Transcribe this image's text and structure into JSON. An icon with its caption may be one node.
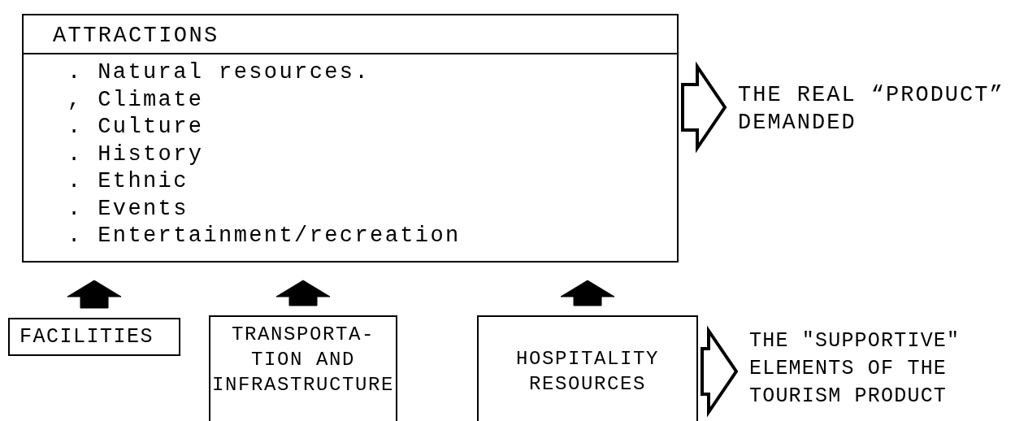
{
  "diagram": {
    "nodes": [
      {
        "text": [
          "ATTRACTIONS",
          ". Natural resources.",
          ", Climate",
          ". Culture",
          ". History",
          ". Ethnic",
          ". Events",
          ". Entertainment/recreation"
        ]
      },
      {
        "text": [
          "THE REAL “PRODUCT” DEMANDED"
        ]
      },
      {
        "text": [
          "FACILITIES"
        ]
      },
      {
        "text": [
          "TRANSPORTA- TION AND INFRASTRUCTURE"
        ]
      },
      {
        "text": [
          "HOSPITALITY RESOURCES"
        ]
      },
      {
        "text": [
          "THE \"SUPPORTIVE\" ELEMENTS OF THE TOURISM PRODUCT"
        ]
      }
    ],
    "edges": [
      {
        "from": 0,
        "to": 1,
        "arrow": "to"
      },
      {
        "from": 2,
        "to": 0,
        "arrow": "to",
        "style": "thick"
      },
      {
        "from": 3,
        "to": 0,
        "arrow": "to",
        "style": "thick"
      },
      {
        "from": 4,
        "to": 0,
        "arrow": "to",
        "style": "thick"
      },
      {
        "from": 4,
        "to": 5,
        "arrow": "to"
      }
    ]
  }
}
